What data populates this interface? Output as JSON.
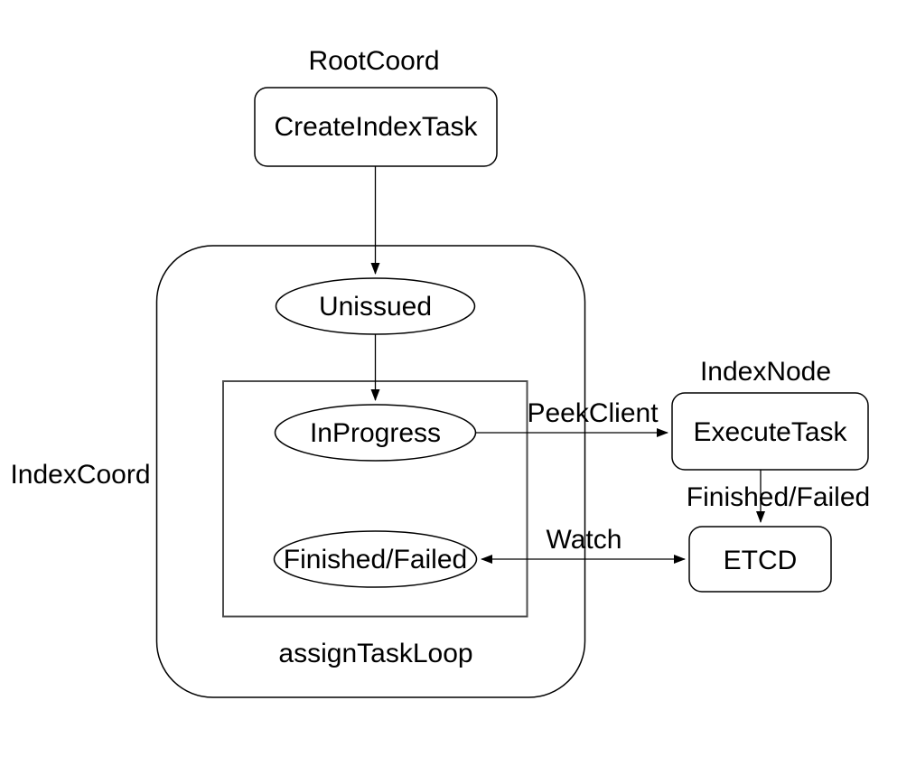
{
  "diagram": {
    "type": "flowchart",
    "colors": {
      "background": "#ffffff",
      "stroke": "#000000",
      "inner_loop_stroke": "#4d4d4d",
      "text": "#000000"
    },
    "group_labels": {
      "root_coord": "RootCoord",
      "index_coord": "IndexCoord",
      "index_node": "IndexNode",
      "assign_task_loop": "assignTaskLoop"
    },
    "nodes": {
      "create_index_task": "CreateIndexTask",
      "unissued": "Unissued",
      "in_progress": "InProgress",
      "finished_failed": "Finished/Failed",
      "execute_task": "ExecuteTask",
      "etcd": "ETCD"
    },
    "edge_labels": {
      "peek_client": "PeekClient",
      "watch": "Watch",
      "finished_failed": "Finished/Failed"
    }
  }
}
